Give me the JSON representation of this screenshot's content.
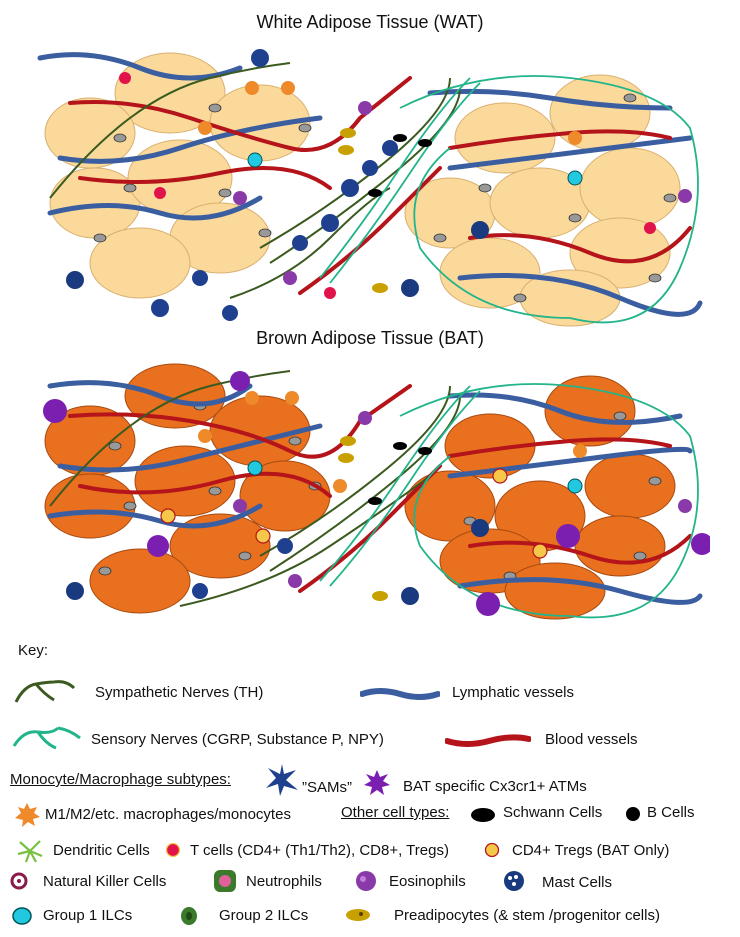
{
  "titles": {
    "wat": "White Adipose Tissue (WAT)",
    "bat": "Brown Adipose Tissue (BAT)"
  },
  "key": {
    "heading": "Key:",
    "sympathetic": "Sympathetic Nerves (TH)",
    "lymphatic": "Lymphatic vessels",
    "sensory": "Sensory Nerves (CGRP, Substance  P, NPY)",
    "blood": "Blood vessels",
    "monocyte_heading": "Monocyte/Macrophage subtypes:",
    "sams": "”SAMs”",
    "bat_atm": "BAT specific Cx3cr1+ ATMs",
    "macrophages": "M1/M2/etc. macrophages/monocytes",
    "other_heading": "Other cell types:",
    "schwann": "Schwann Cells",
    "bcells": "B Cells",
    "dendritic": "Dendritic Cells",
    "tcells": "T cells (CD4+ (Th1/Th2), CD8+, Tregs)",
    "tregs": "CD4+ Tregs (BAT Only)",
    "nk": "Natural Killer Cells",
    "neutrophils": "Neutrophils",
    "eosinophils": "Eosinophils",
    "mast": "Mast Cells",
    "ilc1": "Group 1 ILCs",
    "ilc2": "Group 2 ILCs",
    "preadipocytes": "Preadipocytes (& stem /progenitor cells)"
  },
  "colors": {
    "white_adipocyte": "#fbd99a",
    "brown_adipocyte": "#e8701e",
    "sympathetic_nerve": "#3b5a1f",
    "sensory_nerve": "#22b48a",
    "lymphatic": "#3b5ea0",
    "blood": "#b4141a",
    "sam": "#1f3f8f",
    "bat_atm": "#7a1fb0",
    "macrophage": "#ee8a2a",
    "tcell": "#e0134a",
    "treg": "#f5c84a",
    "nk": "#8b1a4a",
    "eosinophil": "#8a3aa8",
    "mast": "#1a3a80",
    "ilc1": "#22c8e0",
    "ilc2": "#3a7a2a",
    "preadipocyte": "#c8a000",
    "dendritic": "#7ac040"
  }
}
